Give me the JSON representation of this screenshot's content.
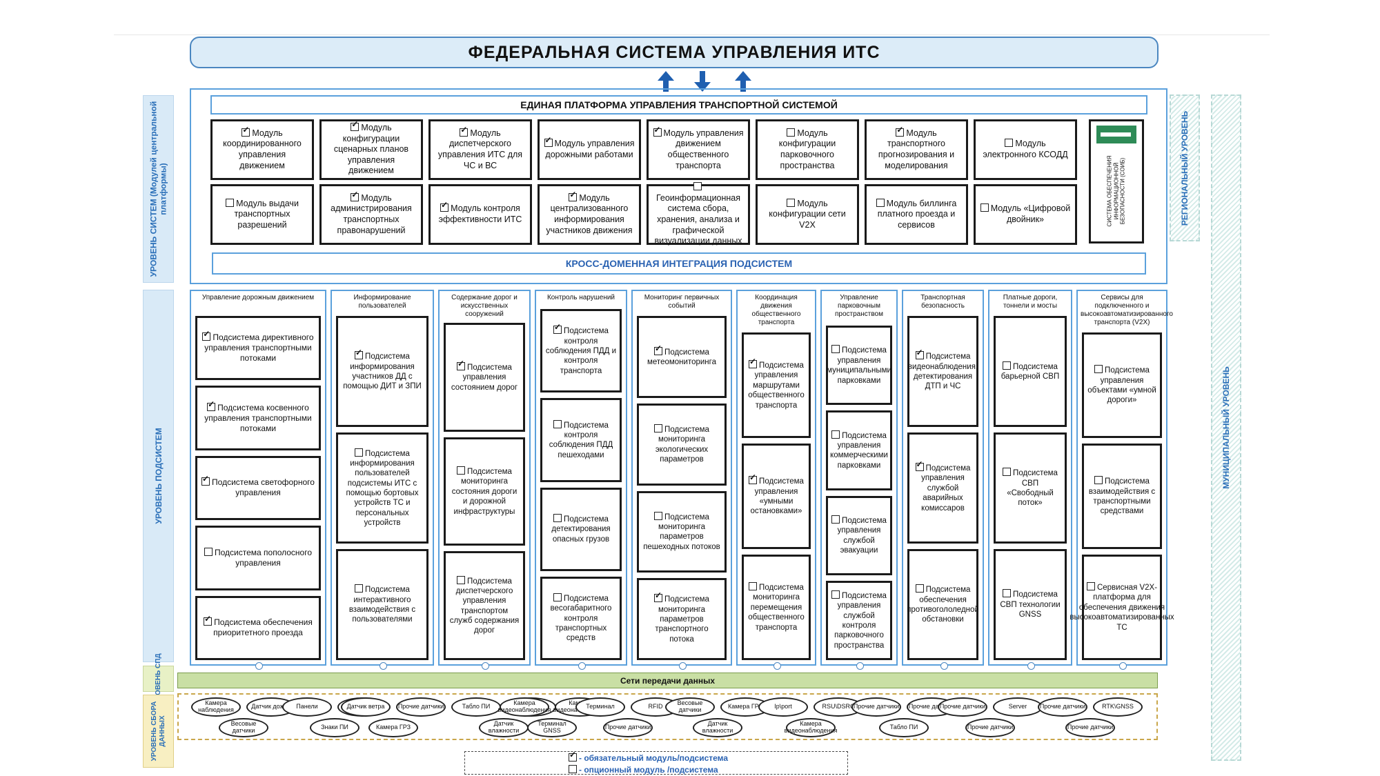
{
  "title": "ФЕДЕРАЛЬНАЯ СИСТЕМА УПРАВЛЕНИЯ ИТС",
  "platform_title": "ЕДИНАЯ ПЛАТФОРМА УПРАВЛЕНИЯ ТРАНСПОРТНОЙ СИСТЕМОЙ",
  "cross_domain": "КРОСС-ДОМЕННАЯ ИНТЕГРАЦИЯ ПОДСИСТЕМ",
  "levels": {
    "systems": "УРОВЕНЬ СИСТЕМ (Модулей центральной платформы)",
    "subsystems": "УРОВЕНЬ ПОДСИСТЕМ",
    "spd": "УРОВЕНЬ СПД",
    "collection": "УРОВЕНЬ СБОРА ДАННЫХ",
    "regional": "РЕГИОНАЛЬНЫЙ УРОВЕНЬ",
    "municipal": "МУНИЦИПАЛЬНЫЙ УРОВЕНЬ"
  },
  "security_system": "СИСТЕМА ОБЕСПЕЧЕНИЯ ИНФОРМАЦИОННОЙ БЕЗОПАСНОСТИ (СОИБ)",
  "modules_row1": [
    {
      "text": "Модуль координированного управления движением",
      "checked": true
    },
    {
      "text": "Модуль конфигурации сценарных планов управления движением",
      "checked": true
    },
    {
      "text": "Модуль диспетчерского управления ИТС для ЧС и ВС",
      "checked": true
    },
    {
      "text": "Модуль управления дорожными работами",
      "checked": true
    },
    {
      "text": "Модуль управления движением общественного транспорта",
      "checked": true
    },
    {
      "text": "Модуль конфигурации парковочного пространства",
      "checked": false
    },
    {
      "text": "Модуль транспортного прогнозирования и моделирования",
      "checked": true
    },
    {
      "text": "Модуль электронного КСОДД",
      "checked": false
    }
  ],
  "modules_row2": [
    {
      "text": "Модуль выдачи транспортных разрешений",
      "checked": false
    },
    {
      "text": "Модуль администрирования транспортных правонарушений",
      "checked": true
    },
    {
      "text": "Модуль контроля эффективности ИТС",
      "checked": true
    },
    {
      "text": "Модуль централизованного информирования участников движения",
      "checked": true
    },
    {
      "text": "Геоинформационная система сбора, хранения, анализа и графической визуализации данных",
      "checked": false
    },
    {
      "text": "Модуль конфигурации сети V2X",
      "checked": false
    },
    {
      "text": "Модуль биллинга платного проезда и сервисов",
      "checked": false
    },
    {
      "text": "Модуль «Цифровой двойник»",
      "checked": false
    }
  ],
  "columns": [
    {
      "title": "Управление дорожным движением",
      "items": [
        {
          "text": "Подсистема директивного управления транспортными потоками",
          "checked": true
        },
        {
          "text": "Подсистема косвенного управления транспортными потоками",
          "checked": true
        },
        {
          "text": "Подсистема светофорного управления",
          "checked": true
        },
        {
          "text": "Подсистема пополосного управления",
          "checked": false
        },
        {
          "text": "Подсистема обеспечения приоритетного проезда",
          "checked": true
        }
      ]
    },
    {
      "title": "Информирование пользователей",
      "items": [
        {
          "text": "Подсистема информирования участников ДД с помощью ДИТ и ЗПИ",
          "checked": true
        },
        {
          "text": "Подсистема информирования пользователей подсистемы ИТС с помощью бортовых устройств ТС и персональных устройств",
          "checked": false
        },
        {
          "text": "Подсистема интерактивного взаимодействия с пользователями",
          "checked": false
        }
      ]
    },
    {
      "title": "Содержание дорог и искусственных сооружений",
      "items": [
        {
          "text": "Подсистема управления состоянием дорог",
          "checked": true
        },
        {
          "text": "Подсистема мониторинга состояния дороги и дорожной инфраструктуры",
          "checked": false
        },
        {
          "text": "Подсистема диспетчерского управления транспортом служб содержания дорог",
          "checked": false
        }
      ]
    },
    {
      "title": "Контроль нарушений",
      "items": [
        {
          "text": "Подсистема контроля соблюдения ПДД и контроля транспорта",
          "checked": true
        },
        {
          "text": "Подсистема контроля соблюдения ПДД пешеходами",
          "checked": false
        },
        {
          "text": "Подсистема детектирования опасных грузов",
          "checked": false
        },
        {
          "text": "Подсистема весогабаритного контроля транспортных средств",
          "checked": false
        }
      ]
    },
    {
      "title": "Мониторинг первичных событий",
      "items": [
        {
          "text": "Подсистема метеомониторинга",
          "checked": true
        },
        {
          "text": "Подсистема мониторинга экологических параметров",
          "checked": false
        },
        {
          "text": "Подсистема мониторинга параметров пешеходных потоков",
          "checked": false
        },
        {
          "text": "Подсистема мониторинга параметров транспортного потока",
          "checked": true
        }
      ]
    },
    {
      "title": "Координация движения общественного транспорта",
      "items": [
        {
          "text": "Подсистема управления маршрутами общественного транспорта",
          "checked": true
        },
        {
          "text": "Подсистема управления «умными остановками»",
          "checked": true
        },
        {
          "text": "Подсистема мониторинга перемещения общественного транспорта",
          "checked": false
        }
      ]
    },
    {
      "title": "Управление парковочным пространством",
      "items": [
        {
          "text": "Подсистема управления муниципальными парковками",
          "checked": false
        },
        {
          "text": "Подсистема управления коммерческими парковками",
          "checked": false
        },
        {
          "text": "Подсистема управления службой эвакуации",
          "checked": false
        },
        {
          "text": "Подсистема управления службой контроля парковочного пространства",
          "checked": false
        }
      ]
    },
    {
      "title": "Транспортная безопасность",
      "items": [
        {
          "text": "Подсистема видеонаблюдения, детектирования ДТП и ЧС",
          "checked": true
        },
        {
          "text": "Подсистема управления службой аварийных комиссаров",
          "checked": true
        },
        {
          "text": "Подсистема обеспечения противогололедной обстановки",
          "checked": false
        }
      ]
    },
    {
      "title": "Платные дороги, тоннели и мосты",
      "items": [
        {
          "text": "Подсистема барьерной СВП",
          "checked": false
        },
        {
          "text": "Подсистема СВП «Свободный поток»",
          "checked": false
        },
        {
          "text": "Подсистема СВП технологии GNSS",
          "checked": false
        }
      ]
    },
    {
      "title": "Сервисы для подключенного и высокоавтоматизированного транспорта (V2X)",
      "items": [
        {
          "text": "Подсистема управления объектами «умной дороги»",
          "checked": false
        },
        {
          "text": "Подсистема взаимодействия с транспортными средствами",
          "checked": false
        },
        {
          "text": "Сервисная V2X-платформа для обеспечения движения высокоавтоматизированных ТС",
          "checked": false
        }
      ]
    }
  ],
  "network": "Сети передачи данных",
  "sensors": [
    "Камера наблюдения",
    "Весовые датчики",
    "Датчик дождя",
    "Панели",
    "Знаки ПИ",
    "Камера обзорная",
    "Датчик ветра",
    "Камера ГРЗ",
    "Прочие датчики",
    "Табло ПИ",
    "Датчик влажности",
    "датчики",
    "Камера видеонаблюдения",
    "Терминал GNSS",
    "Камера видеонаблюдения",
    "Терминал",
    "Прочие датчики",
    "RFID",
    "Весовые датчики",
    "Датчик влажности",
    "Камера ГРЗ",
    "Ip\\port",
    "Камера видеонаблюдения",
    "RSU\\DSRC",
    "Прочие датчики",
    "Табло ПИ",
    "Прочие датчики",
    "Прочие датчики",
    "Прочие датчики",
    "Server",
    "Прочие датчики",
    "Прочие датчики",
    "RTK\\GNSS"
  ],
  "legend": {
    "mandatory": "- обязательный модуль/подсистема",
    "optional": "- опционный модуль /подсистема"
  },
  "colors": {
    "accent_blue": "#5aa0dc",
    "title_fill": "#dcecf8",
    "network_fill": "#c9dfa4",
    "sensor_border": "#c9a64a",
    "arrow": "#1f5fb0"
  }
}
